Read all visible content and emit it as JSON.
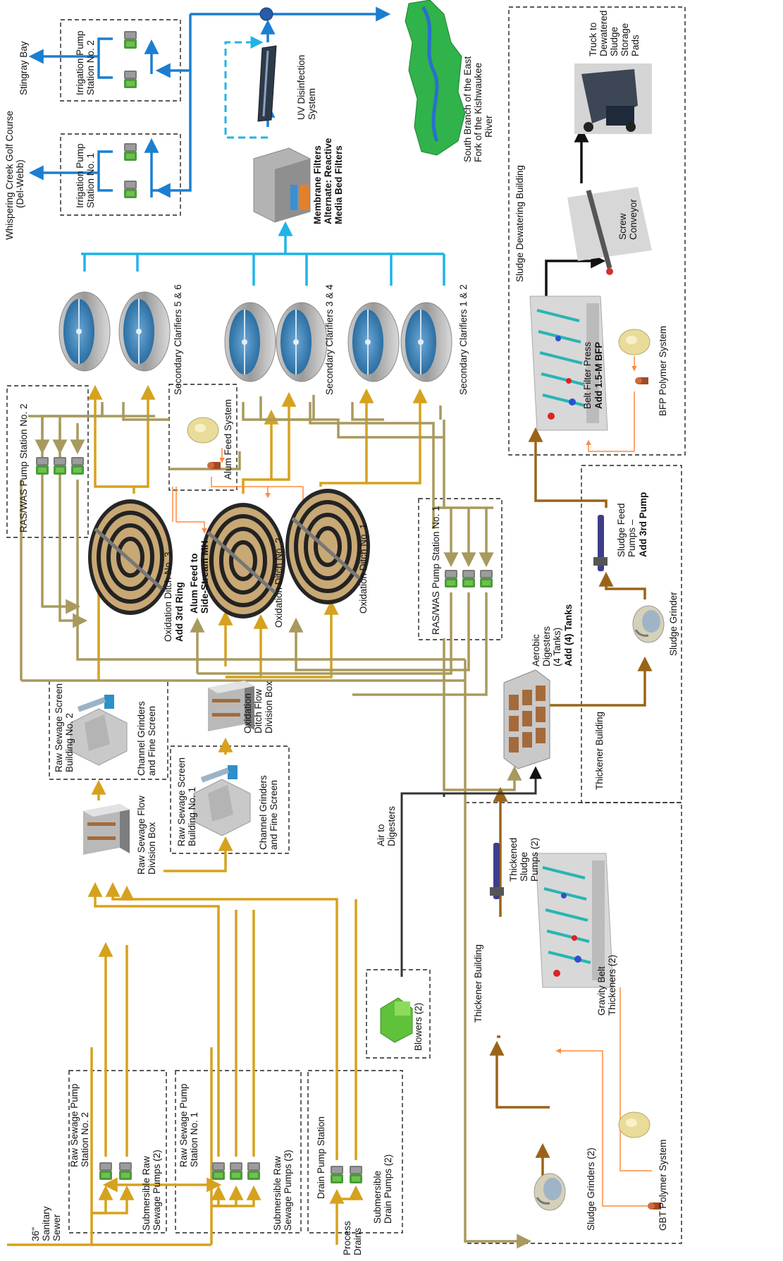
{
  "labels": {
    "sanitary_sewer": [
      "36\"",
      "Sanitary",
      "Sewer"
    ],
    "process_drains": [
      "Process",
      "Drains"
    ],
    "raw_pump_station_2": [
      "Raw Sewage Pump",
      "Station No. 2"
    ],
    "sub_raw_pumps_2": [
      "Submersible Raw",
      "Sewage Pumps (2)"
    ],
    "raw_pump_station_1": [
      "Raw Sewage Pump",
      "Station No. 1"
    ],
    "sub_raw_pumps_3": [
      "Submersible Raw",
      "Sewage Pumps (3)"
    ],
    "drain_pump_station": [
      "Drain Pump Station"
    ],
    "sub_drain_pumps": [
      "Submersible",
      "Drain Pumps (2)"
    ],
    "blowers": [
      "Blowers (2)"
    ],
    "air_to_digesters": [
      "Air to",
      "Digesters"
    ],
    "raw_flow_division_box": [
      "Raw Sewage Flow",
      "Division Box"
    ],
    "screen_bldg_2": [
      "Raw Sewage Screen",
      "Building No. 2"
    ],
    "grinders_2": [
      "Channel Grinders",
      "and Fine Screen"
    ],
    "screen_bldg_1": [
      "Raw Sewage Screen",
      "Building No. 1"
    ],
    "grinders_1": [
      "Channel Grinders",
      "and Fine Screen"
    ],
    "ox_div_box": [
      "Oxidation",
      "Ditch Flow",
      "Division Box"
    ],
    "ox_ditch_3": [
      "Oxidation Ditch No. 3"
    ],
    "ox_ditch_3_add": [
      "Add 3rd Ring"
    ],
    "alum_feed_note": [
      "Alum Feed to",
      "Side-Stream MH"
    ],
    "ox_ditch_2": [
      "Oxidation Ditch No. 2"
    ],
    "ox_ditch_1": [
      "Oxidation Ditch No. 1"
    ],
    "ras_was_2": [
      "RAS/WAS Pump Station No. 2"
    ],
    "ras_was_1": [
      "RAS/WAS Pump Station No. 1"
    ],
    "alum_feed_system": [
      "Alum Feed System"
    ],
    "clarifiers_56": [
      "Secondary Clarifiers 5 & 6"
    ],
    "clarifiers_34": [
      "Secondary Clarifiers 3 & 4"
    ],
    "clarifiers_12": [
      "Secondary Clarifiers 1 & 2"
    ],
    "membrane": [
      "Membrane Filters",
      "Alternate: Reactive",
      "Media Bed Filters"
    ],
    "uv": [
      "UV Disinfection",
      "System"
    ],
    "irrigation_1": [
      "Irrigation Pump",
      "Station No. 1"
    ],
    "irrigation_2": [
      "Irrigation Pump",
      "Station No. 2"
    ],
    "golf_course": [
      "Whispering Creek Golf Course",
      "(Del-Webb)"
    ],
    "stingray_bay": [
      "Stingray Bay"
    ],
    "river": [
      "South Branch of the East",
      "Fork of the Kishwaukee",
      "River"
    ],
    "truck": [
      "Truck to",
      "Dewatered",
      "Sludge",
      "Storage",
      "Pads"
    ],
    "screw_conveyor": [
      "Screw",
      "Conveyor"
    ],
    "dewatering_bldg": [
      "Sludge Dewatering Building"
    ],
    "bfp": [
      "Belt Filter Press"
    ],
    "bfp_add": [
      "Add 1.5-M BFP"
    ],
    "bfp_polymer": [
      "BFP Polymer System"
    ],
    "sludge_feed_pumps": [
      "Sludge Feed",
      "Pumps –"
    ],
    "sludge_feed_add": [
      "Add 3rd Pump"
    ],
    "sludge_grinder": [
      "Sludge Grinder"
    ],
    "thickener_bldg_upper": [
      "Thickener Building"
    ],
    "aerobic_digesters": [
      "Aerobic",
      "Digesters",
      "(4 Tanks)"
    ],
    "aerobic_add": [
      "Add (4) Tanks"
    ],
    "thickened_pumps": [
      "Thickened",
      "Sludge",
      "Pumps (2)"
    ],
    "gbt": [
      "Gravity Belt",
      "Thickeners (2)"
    ],
    "thickener_bldg_lower": [
      "Thickener Building"
    ],
    "gbt_polymer": [
      "GBT Polymer System"
    ],
    "sludge_grinders_2": [
      "Sludge Grinders (2)"
    ]
  },
  "colors": {
    "raw_sewage": "#d6a21e",
    "mixed_liquor": "#a89a5e",
    "effluent": "#1b7ed0",
    "clarifier_outlet": "#1fb3e8",
    "sludge": "#9a6418",
    "chemical": "#ff8a3d",
    "air": "#333333",
    "pump_green": "#4c9a3c",
    "clarifier_water": "#3c84b8"
  },
  "icons": [
    "pump-icon",
    "clarifier-icon",
    "oxidation-ditch-icon",
    "box-tank-icon",
    "screen-icon",
    "belt-press-icon",
    "polymer-tank-icon",
    "grinder-icon",
    "screw-conveyor-icon",
    "truck-icon",
    "uv-lamp-icon",
    "blower-icon",
    "river-map-icon"
  ]
}
